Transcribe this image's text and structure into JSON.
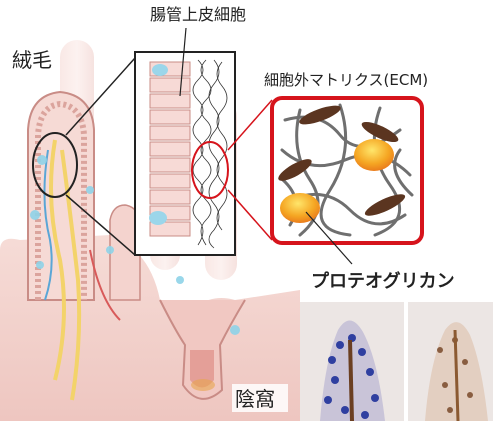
{
  "labels": {
    "epithelium": "腸管上皮細胞",
    "villi": "絨毛",
    "ecm": "細胞外マトリクス(ECM)",
    "proteoglycan": "プロテオグリカン",
    "crypt": "陰窩"
  },
  "colors": {
    "tissue": "#f3d5d0",
    "tissue_dark": "#e7b4ad",
    "cell_outline": "#c98c86",
    "highlight": "#d6141c",
    "proteoglycan_orange": "#f39a1e",
    "collagen_brown": "#5b3520",
    "nerve_yellow": "#f3d36a",
    "vessel_blue": "#5aa6d6",
    "stain_blue": "#2f3fa0"
  }
}
